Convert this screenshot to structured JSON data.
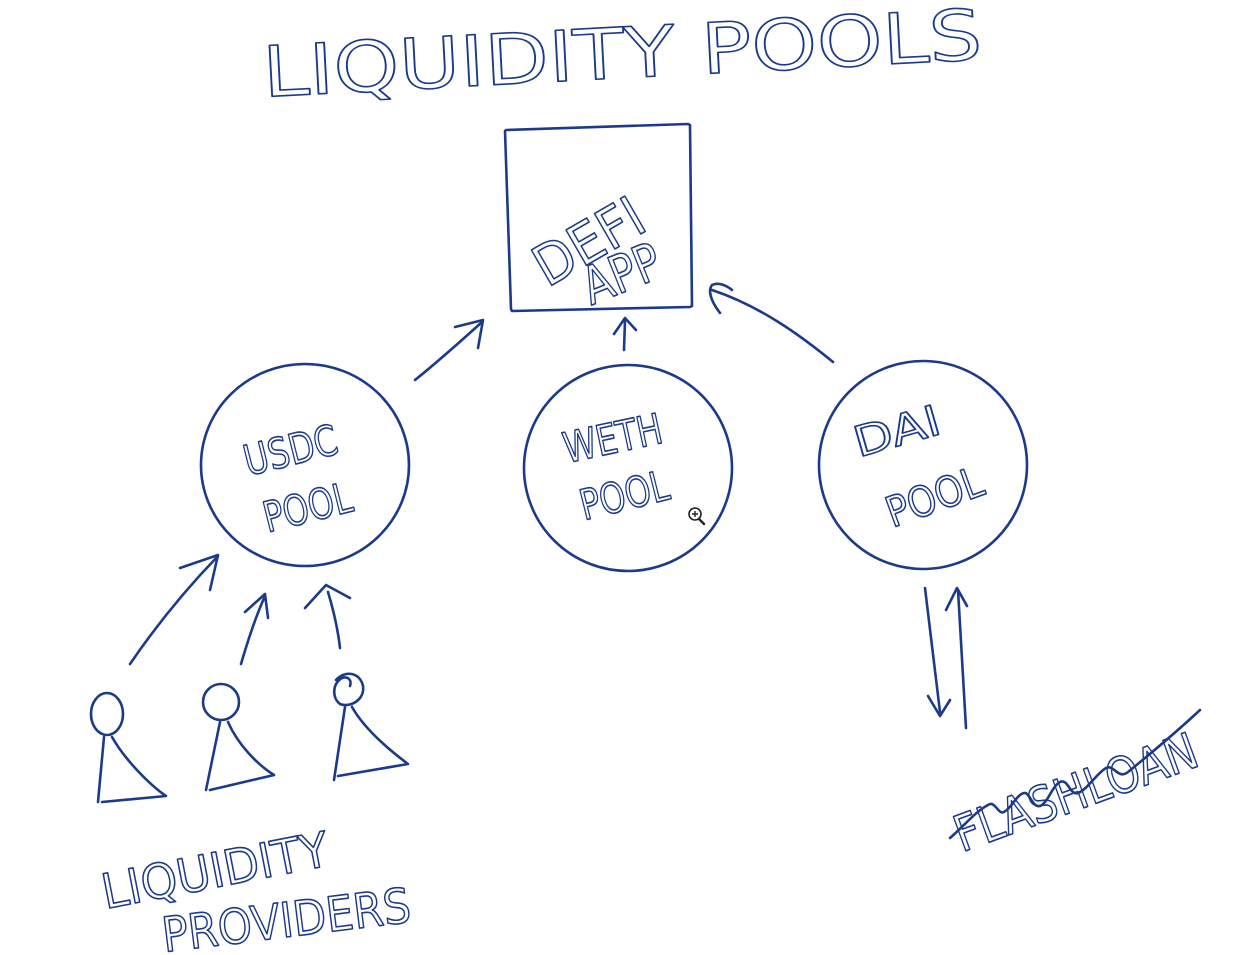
{
  "title": "LIQUIDITY POOLS",
  "app": {
    "line1": "DEFI",
    "line2": "APP"
  },
  "pools": [
    {
      "token": "USDC",
      "label": "POOL"
    },
    {
      "token": "WETH",
      "label": "POOL"
    },
    {
      "token": "DAI",
      "label": "POOL"
    }
  ],
  "providers": {
    "line1": "LIQUIDITY",
    "line2": "PROVIDERS"
  },
  "flashloan": "FLASHLOAN",
  "colors": {
    "ink": "#1b3a8a",
    "background": "#ffffff"
  },
  "cursor_icon": "zoom-in-icon"
}
